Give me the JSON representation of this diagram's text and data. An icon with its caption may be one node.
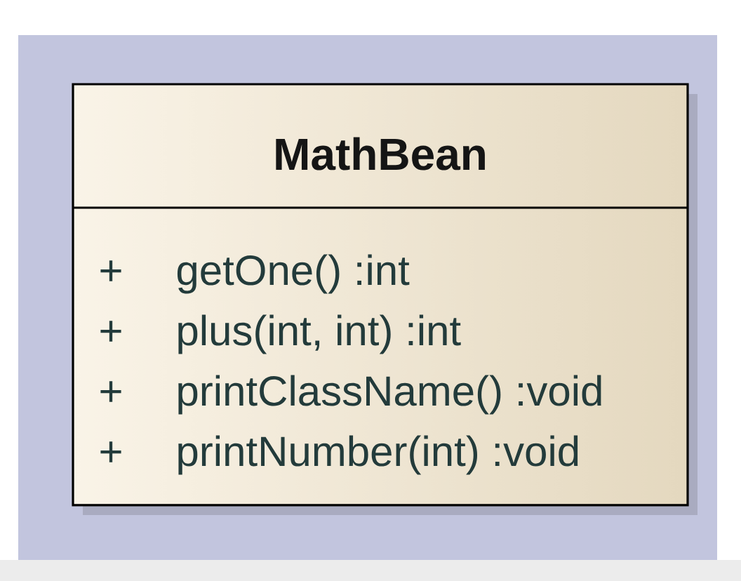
{
  "diagram": {
    "nodes": [
      {
        "text": [
          "MathBean",
          "+",
          "getOne() :int",
          "+",
          "plus(int, int) :int",
          "+",
          "printClassName() :void",
          "+",
          "printNumber(int) :void"
        ]
      }
    ]
  }
}
